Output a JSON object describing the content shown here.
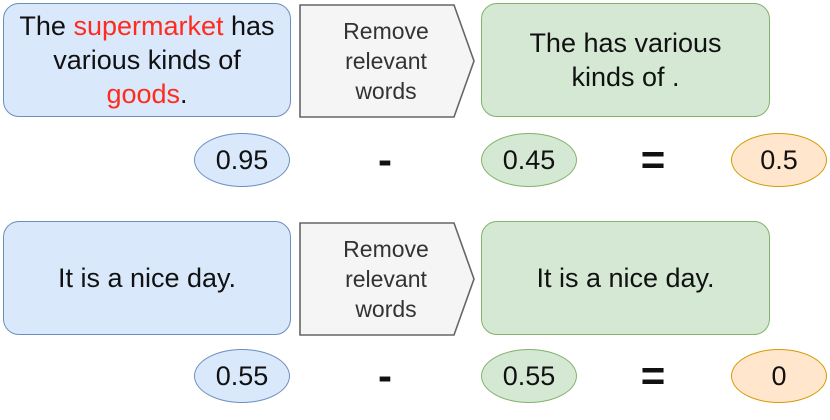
{
  "rows": [
    {
      "source": {
        "before": "The ",
        "word1": "supermarket",
        "middle": " has various kinds of ",
        "word2": "goods",
        "after": "."
      },
      "arrow_label": "Remove relevant words",
      "result": "The has various kinds of .",
      "score_source": "0.95",
      "score_result": "0.45",
      "difference": "0.5"
    },
    {
      "source": {
        "before": "It is a nice day.",
        "word1": "",
        "middle": "",
        "word2": "",
        "after": ""
      },
      "arrow_label": "Remove relevant words",
      "result": "It is a nice day.",
      "score_source": "0.55",
      "score_result": "0.55",
      "difference": "0"
    }
  ],
  "operators": {
    "minus": "-",
    "equals": "="
  },
  "colors": {
    "blue_fill": "#dae8fc",
    "blue_stroke": "#6c8ebf",
    "green_fill": "#d5e8d4",
    "green_stroke": "#82b366",
    "orange_fill": "#ffe6cc",
    "orange_stroke": "#d79b00",
    "highlight": "#ff2b1c"
  }
}
